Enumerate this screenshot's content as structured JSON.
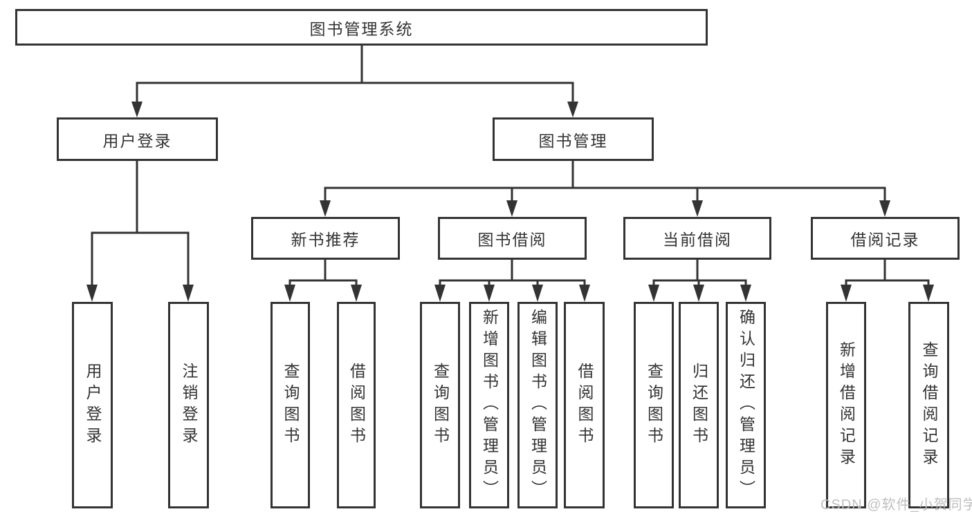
{
  "diagram": {
    "root": {
      "label": "图书管理系统"
    },
    "level2": [
      {
        "id": "user-login",
        "label": "用户登录",
        "parent": "图书管理系统"
      },
      {
        "id": "book-management",
        "label": "图书管理",
        "parent": "图书管理系统"
      }
    ],
    "level3": [
      {
        "id": "new-book-recommend",
        "label": "新书推荐",
        "parent": "图书管理"
      },
      {
        "id": "book-borrow",
        "label": "图书借阅",
        "parent": "图书管理"
      },
      {
        "id": "current-borrow",
        "label": "当前借阅",
        "parent": "图书管理"
      },
      {
        "id": "borrow-records",
        "label": "借阅记录",
        "parent": "图书管理"
      }
    ],
    "leaves": [
      {
        "label": "用户登录",
        "parent": "用户登录"
      },
      {
        "label": "注销登录",
        "parent": "用户登录"
      },
      {
        "label": "查询图书",
        "parent": "新书推荐"
      },
      {
        "label": "借阅图书",
        "parent": "新书推荐"
      },
      {
        "label": "查询图书",
        "parent": "图书借阅"
      },
      {
        "label": "新增图书（管理员）",
        "parent": "图书借阅"
      },
      {
        "label": "编辑图书（管理员）",
        "parent": "图书借阅"
      },
      {
        "label": "借阅图书",
        "parent": "图书借阅"
      },
      {
        "label": "查询图书",
        "parent": "当前借阅"
      },
      {
        "label": "归还图书",
        "parent": "当前借阅"
      },
      {
        "label": "确认归还（管理员）",
        "parent": "当前借阅"
      },
      {
        "label": "新增借阅记录",
        "parent": "借阅记录"
      },
      {
        "label": "查询借阅记录",
        "parent": "借阅记录"
      }
    ]
  },
  "watermark": {
    "text": "CSDN @软件_小贺同学"
  },
  "colors": {
    "line": "#333333",
    "text": "#333333",
    "box_background": "#ffffff",
    "page_background": "#ffffff",
    "watermark": "#bfbfbf"
  }
}
